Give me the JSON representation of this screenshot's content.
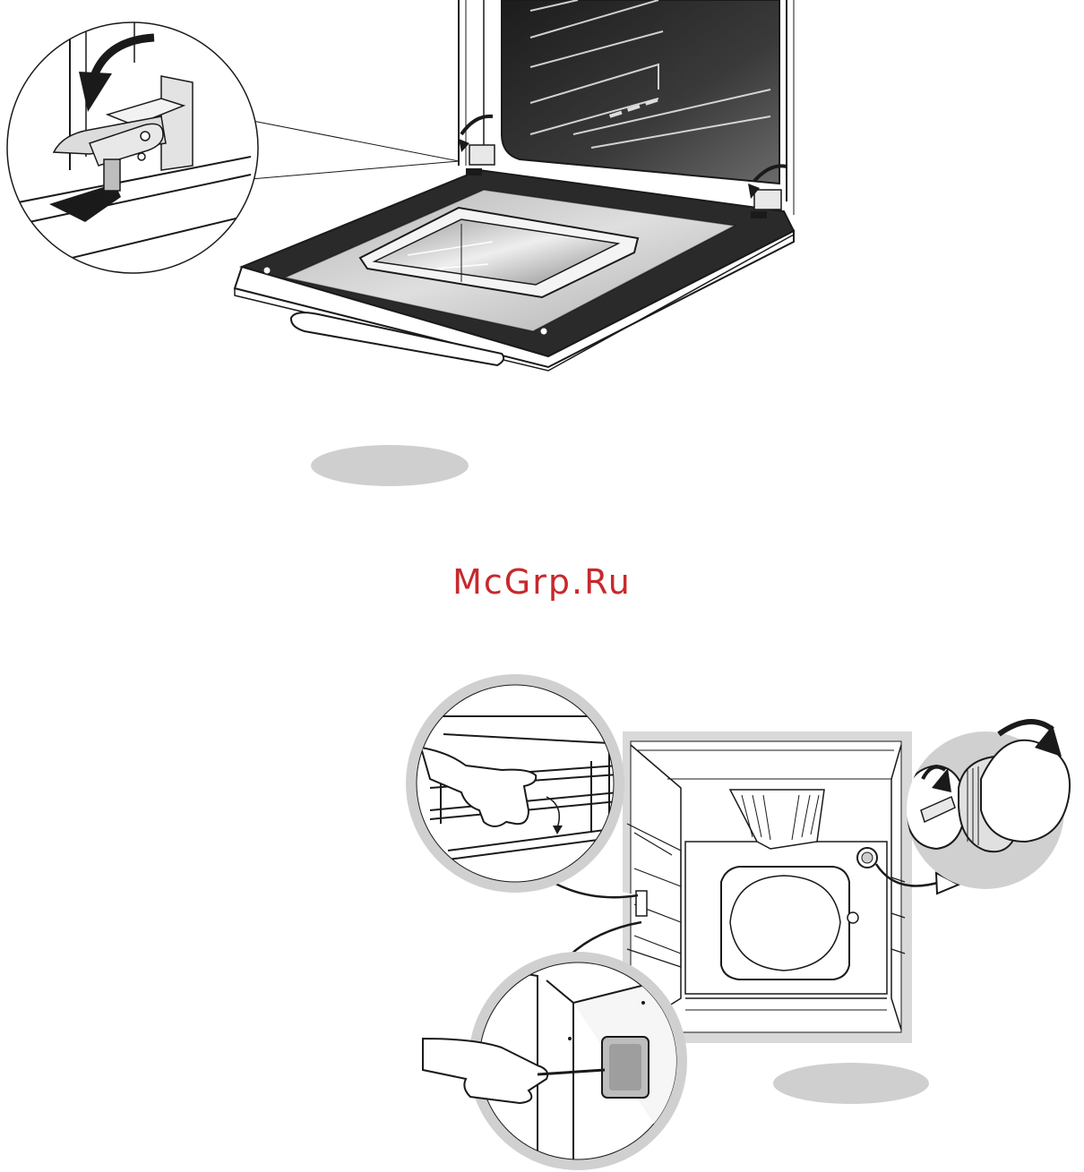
{
  "watermark": {
    "text": "McGrp.Ru",
    "color": "#c8282d"
  },
  "figures": [
    {
      "id": "oven-door-hinges",
      "icons": [
        "hinge-detail-magnifier",
        "lever-rotate-arrow-icon",
        "oven-door-open"
      ]
    },
    {
      "id": "oven-interior-service",
      "icons": [
        "rack-removal-magnifier",
        "lamp-cover-magnifier",
        "side-panel-magnifier",
        "callout-arrow-icon"
      ]
    }
  ],
  "colors": {
    "outline": "#1a1a1a",
    "gray_label": "#cfcfcf",
    "dark_fill": "#2a2a2a",
    "frame_gray": "#d9d9d9"
  }
}
